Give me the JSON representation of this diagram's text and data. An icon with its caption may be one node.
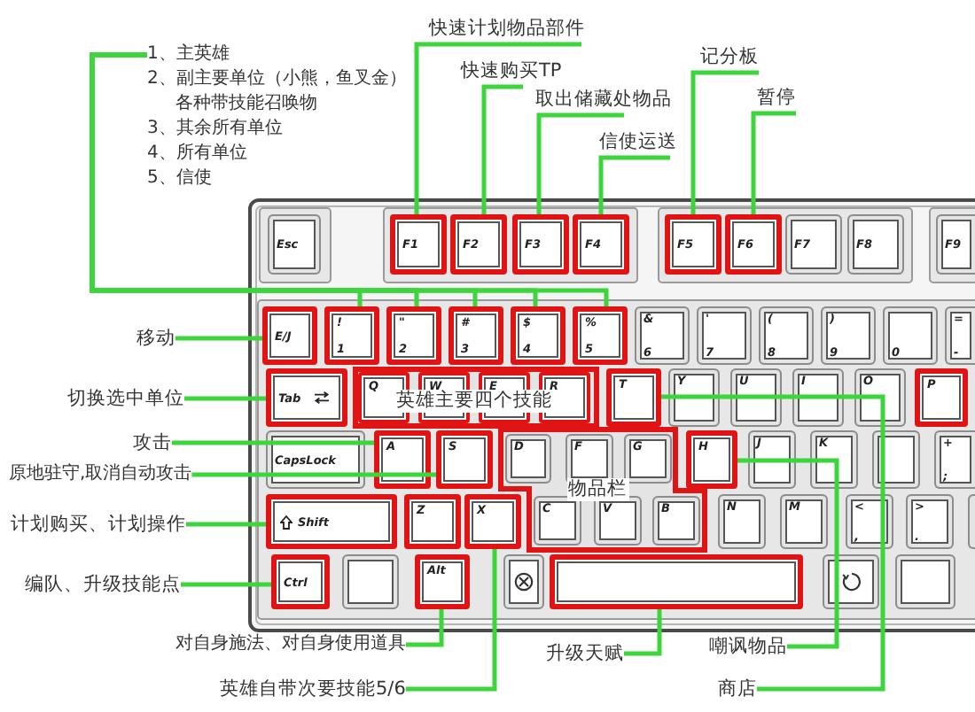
{
  "diagram": {
    "nodes": [
      {
        "text": [
          "1、主英雄",
          "2、副主要单位（小熊，鱼叉金）各种带技能召唤物",
          "3、其余所有单位",
          "4、所有单位",
          "5、信使"
        ]
      },
      {
        "text": [
          "快速计划物品部件"
        ]
      },
      {
        "text": [
          "快速购买TP"
        ]
      },
      {
        "text": [
          "取出储藏处物品"
        ]
      },
      {
        "text": [
          "信使运送"
        ]
      },
      {
        "text": [
          "记分板"
        ]
      },
      {
        "text": [
          "暂停"
        ]
      },
      {
        "text": [
          "Esc"
        ]
      },
      {
        "text": [
          "F1"
        ]
      },
      {
        "text": [
          "F2"
        ]
      },
      {
        "text": [
          "F3"
        ]
      },
      {
        "text": [
          "F4"
        ]
      },
      {
        "text": [
          "F5"
        ]
      },
      {
        "text": [
          "F6"
        ]
      },
      {
        "text": [
          "F7"
        ]
      },
      {
        "text": [
          "F8"
        ]
      },
      {
        "text": [
          "F9"
        ]
      },
      {
        "text": [
          "移动"
        ]
      },
      {
        "text": [
          "E/J"
        ]
      },
      {
        "text": [
          "!",
          "1"
        ]
      },
      {
        "text": [
          "\"",
          "2"
        ]
      },
      {
        "text": [
          "#",
          "3"
        ]
      },
      {
        "text": [
          "$",
          "4"
        ]
      },
      {
        "text": [
          "%",
          "5"
        ]
      },
      {
        "text": [
          "&",
          "6"
        ]
      },
      {
        "text": [
          "'",
          "7"
        ]
      },
      {
        "text": [
          "(",
          "8"
        ]
      },
      {
        "text": [
          ")",
          "9"
        ]
      },
      {
        "text": [
          "0"
        ]
      },
      {
        "text": [
          "=",
          "-"
        ]
      },
      {
        "text": [
          "切换选中单位"
        ]
      },
      {
        "text": [
          "Tab"
        ]
      },
      {
        "text": [
          "英雄主要四个技能"
        ]
      },
      {
        "text": [
          "Q"
        ],
        "in": 32
      },
      {
        "text": [
          "W"
        ],
        "in": 32
      },
      {
        "text": [
          "E"
        ],
        "in": 32
      },
      {
        "text": [
          "R"
        ],
        "in": 32
      },
      {
        "text": [
          "T"
        ]
      },
      {
        "text": [
          "Y"
        ]
      },
      {
        "text": [
          "U"
        ]
      },
      {
        "text": [
          "I"
        ]
      },
      {
        "text": [
          "O"
        ]
      },
      {
        "text": [
          "P"
        ]
      },
      {
        "text": [
          "攻击"
        ]
      },
      {
        "text": [
          "原地驻守,取消自动攻击"
        ]
      },
      {
        "text": [
          "CapsLock"
        ]
      },
      {
        "text": [
          "A"
        ]
      },
      {
        "text": [
          "S"
        ]
      },
      {
        "text": [
          "物品栏"
        ]
      },
      {
        "text": [
          "D"
        ],
        "in": 48
      },
      {
        "text": [
          "F"
        ],
        "in": 48
      },
      {
        "text": [
          "G"
        ],
        "in": 48
      },
      {
        "text": [
          "H"
        ]
      },
      {
        "text": [
          "J"
        ]
      },
      {
        "text": [
          "K"
        ]
      },
      {
        "text": [],
        "shape": "box"
      },
      {
        "text": [
          "+",
          ";"
        ]
      },
      {
        "text": [
          "计划购买、计划操作"
        ]
      },
      {
        "text": [
          "Shift"
        ]
      },
      {
        "text": [
          "Z"
        ]
      },
      {
        "text": [
          "X"
        ]
      },
      {
        "text": [
          "C"
        ],
        "in": 48
      },
      {
        "text": [
          "V"
        ],
        "in": 48
      },
      {
        "text": [
          "B"
        ],
        "in": 48
      },
      {
        "text": [
          "N"
        ]
      },
      {
        "text": [
          "M"
        ]
      },
      {
        "text": [
          "<",
          ","
        ]
      },
      {
        "text": [
          ">",
          "."
        ]
      },
      {
        "text": [],
        "shape": "box"
      },
      {
        "text": [
          "编队、升级技能点"
        ]
      },
      {
        "text": [
          "Ctrl"
        ]
      },
      {
        "text": [],
        "shape": "box"
      },
      {
        "text": [
          "Alt"
        ]
      },
      {
        "text": [],
        "shape": "box"
      },
      {
        "text": [],
        "shape": "box"
      },
      {
        "text": [],
        "shape": "box"
      },
      {
        "text": [],
        "shape": "box"
      },
      {
        "text": [
          "对自身施法、对自身使用道具"
        ]
      },
      {
        "text": [
          "英雄自带次要技能5/6"
        ]
      },
      {
        "text": [
          "升级天赋"
        ]
      },
      {
        "text": [
          "嘲讽物品"
        ]
      },
      {
        "text": [
          "商店"
        ]
      }
    ],
    "edges": [
      {
        "from": 0,
        "to": 19,
        "arrow": "none"
      },
      {
        "from": 0,
        "to": 20,
        "arrow": "none"
      },
      {
        "from": 0,
        "to": 21,
        "arrow": "none"
      },
      {
        "from": 0,
        "to": 22,
        "arrow": "none"
      },
      {
        "from": 0,
        "to": 23,
        "arrow": "none"
      },
      {
        "from": 1,
        "to": 8,
        "arrow": "none"
      },
      {
        "from": 2,
        "to": 9,
        "arrow": "none"
      },
      {
        "from": 3,
        "to": 10,
        "arrow": "none"
      },
      {
        "from": 4,
        "to": 11,
        "arrow": "none"
      },
      {
        "from": 5,
        "to": 12,
        "arrow": "none"
      },
      {
        "from": 6,
        "to": 13,
        "arrow": "none"
      },
      {
        "from": 17,
        "to": 18,
        "arrow": "none"
      },
      {
        "from": 30,
        "to": 31,
        "arrow": "none"
      },
      {
        "from": 43,
        "to": 46,
        "arrow": "none"
      },
      {
        "from": 44,
        "to": 47,
        "arrow": "none"
      },
      {
        "from": 57,
        "to": 58,
        "arrow": "none"
      },
      {
        "from": 69,
        "to": 70,
        "arrow": "none"
      },
      {
        "from": 77,
        "to": 72,
        "arrow": "none"
      },
      {
        "from": 78,
        "to": 60,
        "arrow": "none"
      },
      {
        "from": 79,
        "to": 74,
        "arrow": "none"
      },
      {
        "from": 80,
        "to": 52,
        "arrow": "none"
      },
      {
        "from": 81,
        "to": 37,
        "arrow": "none"
      }
    ]
  }
}
